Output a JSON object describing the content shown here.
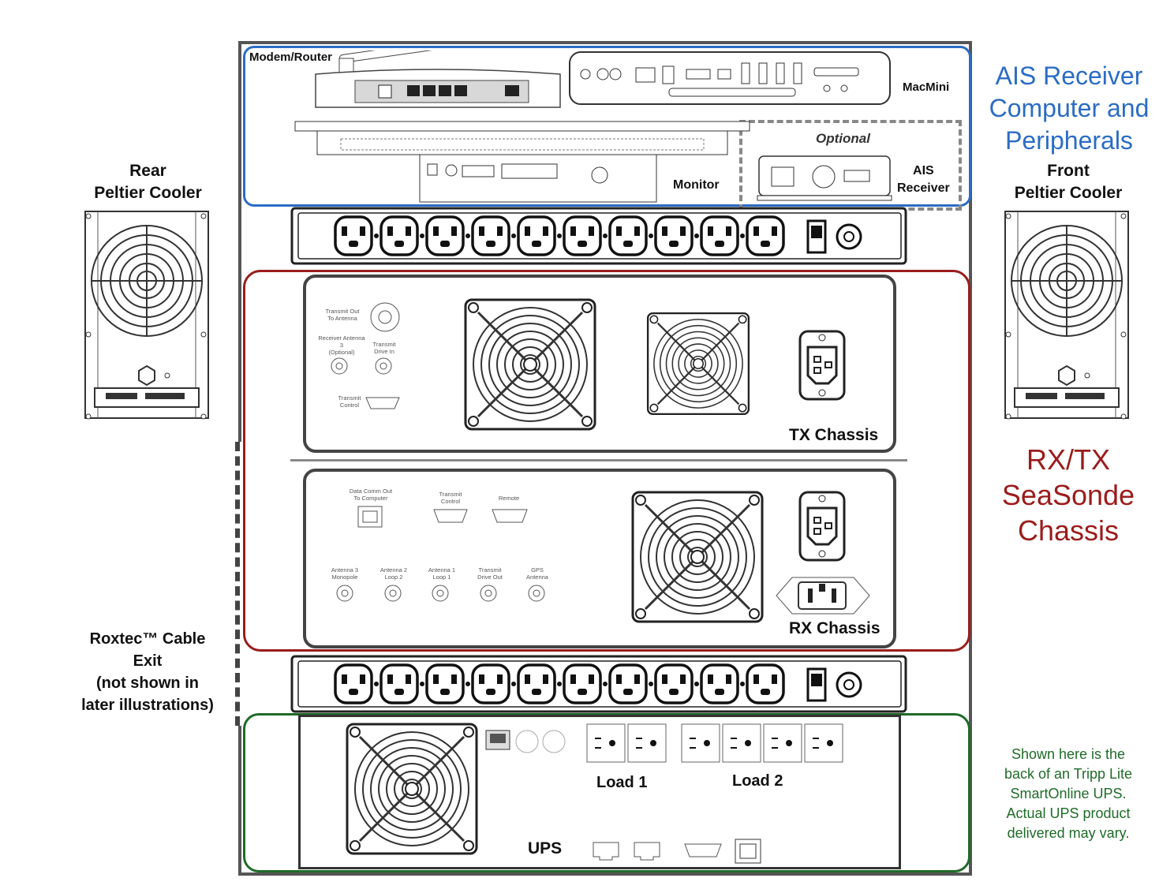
{
  "colors": {
    "ais_group": "#2b6cc4",
    "rxtx_group": "#9b1c1c",
    "ups_group": "#1f6b28",
    "rack": "#555555"
  },
  "left": {
    "rear_cooler_title": [
      "Rear",
      "Peltier Cooler"
    ],
    "roxtec_note": [
      "Roxtec™ Cable",
      "Exit",
      "(not shown in",
      "later illustrations)"
    ]
  },
  "right": {
    "ais_group_title": [
      "AIS Receiver",
      "Computer and",
      "Peripherals"
    ],
    "front_cooler_title": [
      "Front",
      "Peltier Cooler"
    ],
    "rxtx_group_title": [
      "RX/TX",
      "SeaSonde",
      "Chassis"
    ],
    "ups_note": [
      "Shown here is the",
      "back of an Tripp Lite",
      "SmartOnline UPS.",
      "Actual UPS product",
      "delivered may vary."
    ]
  },
  "ais_section": {
    "modem_router": "Modem/Router",
    "macmini": "MacMini",
    "monitor": "Monitor",
    "optional": "Optional",
    "ais_receiver": [
      "AIS",
      "Receiver"
    ]
  },
  "tx_chassis": {
    "label": "TX Chassis",
    "ports": {
      "transmit_out": [
        "Transmit Out",
        "To Antenna"
      ],
      "receiver_antenna": [
        "Receiver Antenna",
        "3",
        "(Optional)"
      ],
      "transmit_drive_in": [
        "Transmit",
        "Drive In"
      ],
      "transmit_control": [
        "Transmit",
        "Control"
      ]
    }
  },
  "rx_chassis": {
    "label": "RX Chassis",
    "ports": {
      "data_comm": [
        "Data Comm  Out",
        "To Computer"
      ],
      "transmit_control": [
        "Transmit",
        "Control"
      ],
      "remote": [
        "Remote"
      ],
      "antenna3": [
        "Antenna 3",
        "Monopole"
      ],
      "antenna2": [
        "Antenna 2",
        "Loop 2"
      ],
      "antenna1": [
        "Antenna 1",
        "Loop 1"
      ],
      "transmit_drive_out": [
        "Transmit",
        "Drive Out"
      ],
      "gps": [
        "GPS",
        "Antenna"
      ]
    }
  },
  "ups": {
    "label": "UPS",
    "load1": "Load 1",
    "load2": "Load 2"
  }
}
